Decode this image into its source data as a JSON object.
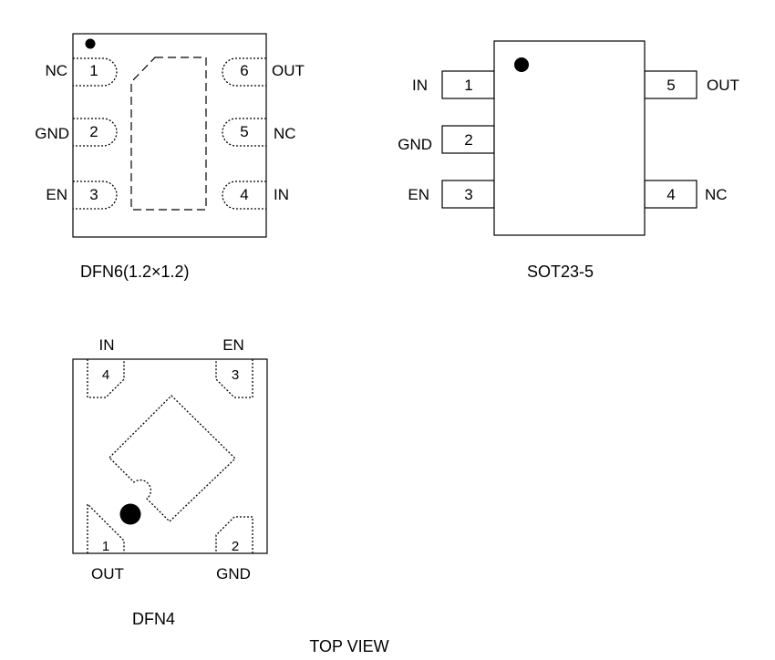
{
  "dfn6": {
    "caption": "DFN6(1.2×1.2)",
    "pins": [
      {
        "num": "1",
        "name": "NC"
      },
      {
        "num": "2",
        "name": "GND"
      },
      {
        "num": "3",
        "name": "EN"
      },
      {
        "num": "4",
        "name": "IN"
      },
      {
        "num": "5",
        "name": "NC"
      },
      {
        "num": "6",
        "name": "OUT"
      }
    ]
  },
  "sot23": {
    "caption": "SOT23-5",
    "pins": [
      {
        "num": "1",
        "name": "IN"
      },
      {
        "num": "2",
        "name": "GND"
      },
      {
        "num": "3",
        "name": "EN"
      },
      {
        "num": "4",
        "name": "NC"
      },
      {
        "num": "5",
        "name": "OUT"
      }
    ]
  },
  "dfn4": {
    "caption": "DFN4",
    "pins": [
      {
        "num": "1",
        "name": "OUT"
      },
      {
        "num": "2",
        "name": "GND"
      },
      {
        "num": "3",
        "name": "EN"
      },
      {
        "num": "4",
        "name": "IN"
      }
    ]
  },
  "footer": {
    "view_label": "TOP VIEW"
  }
}
